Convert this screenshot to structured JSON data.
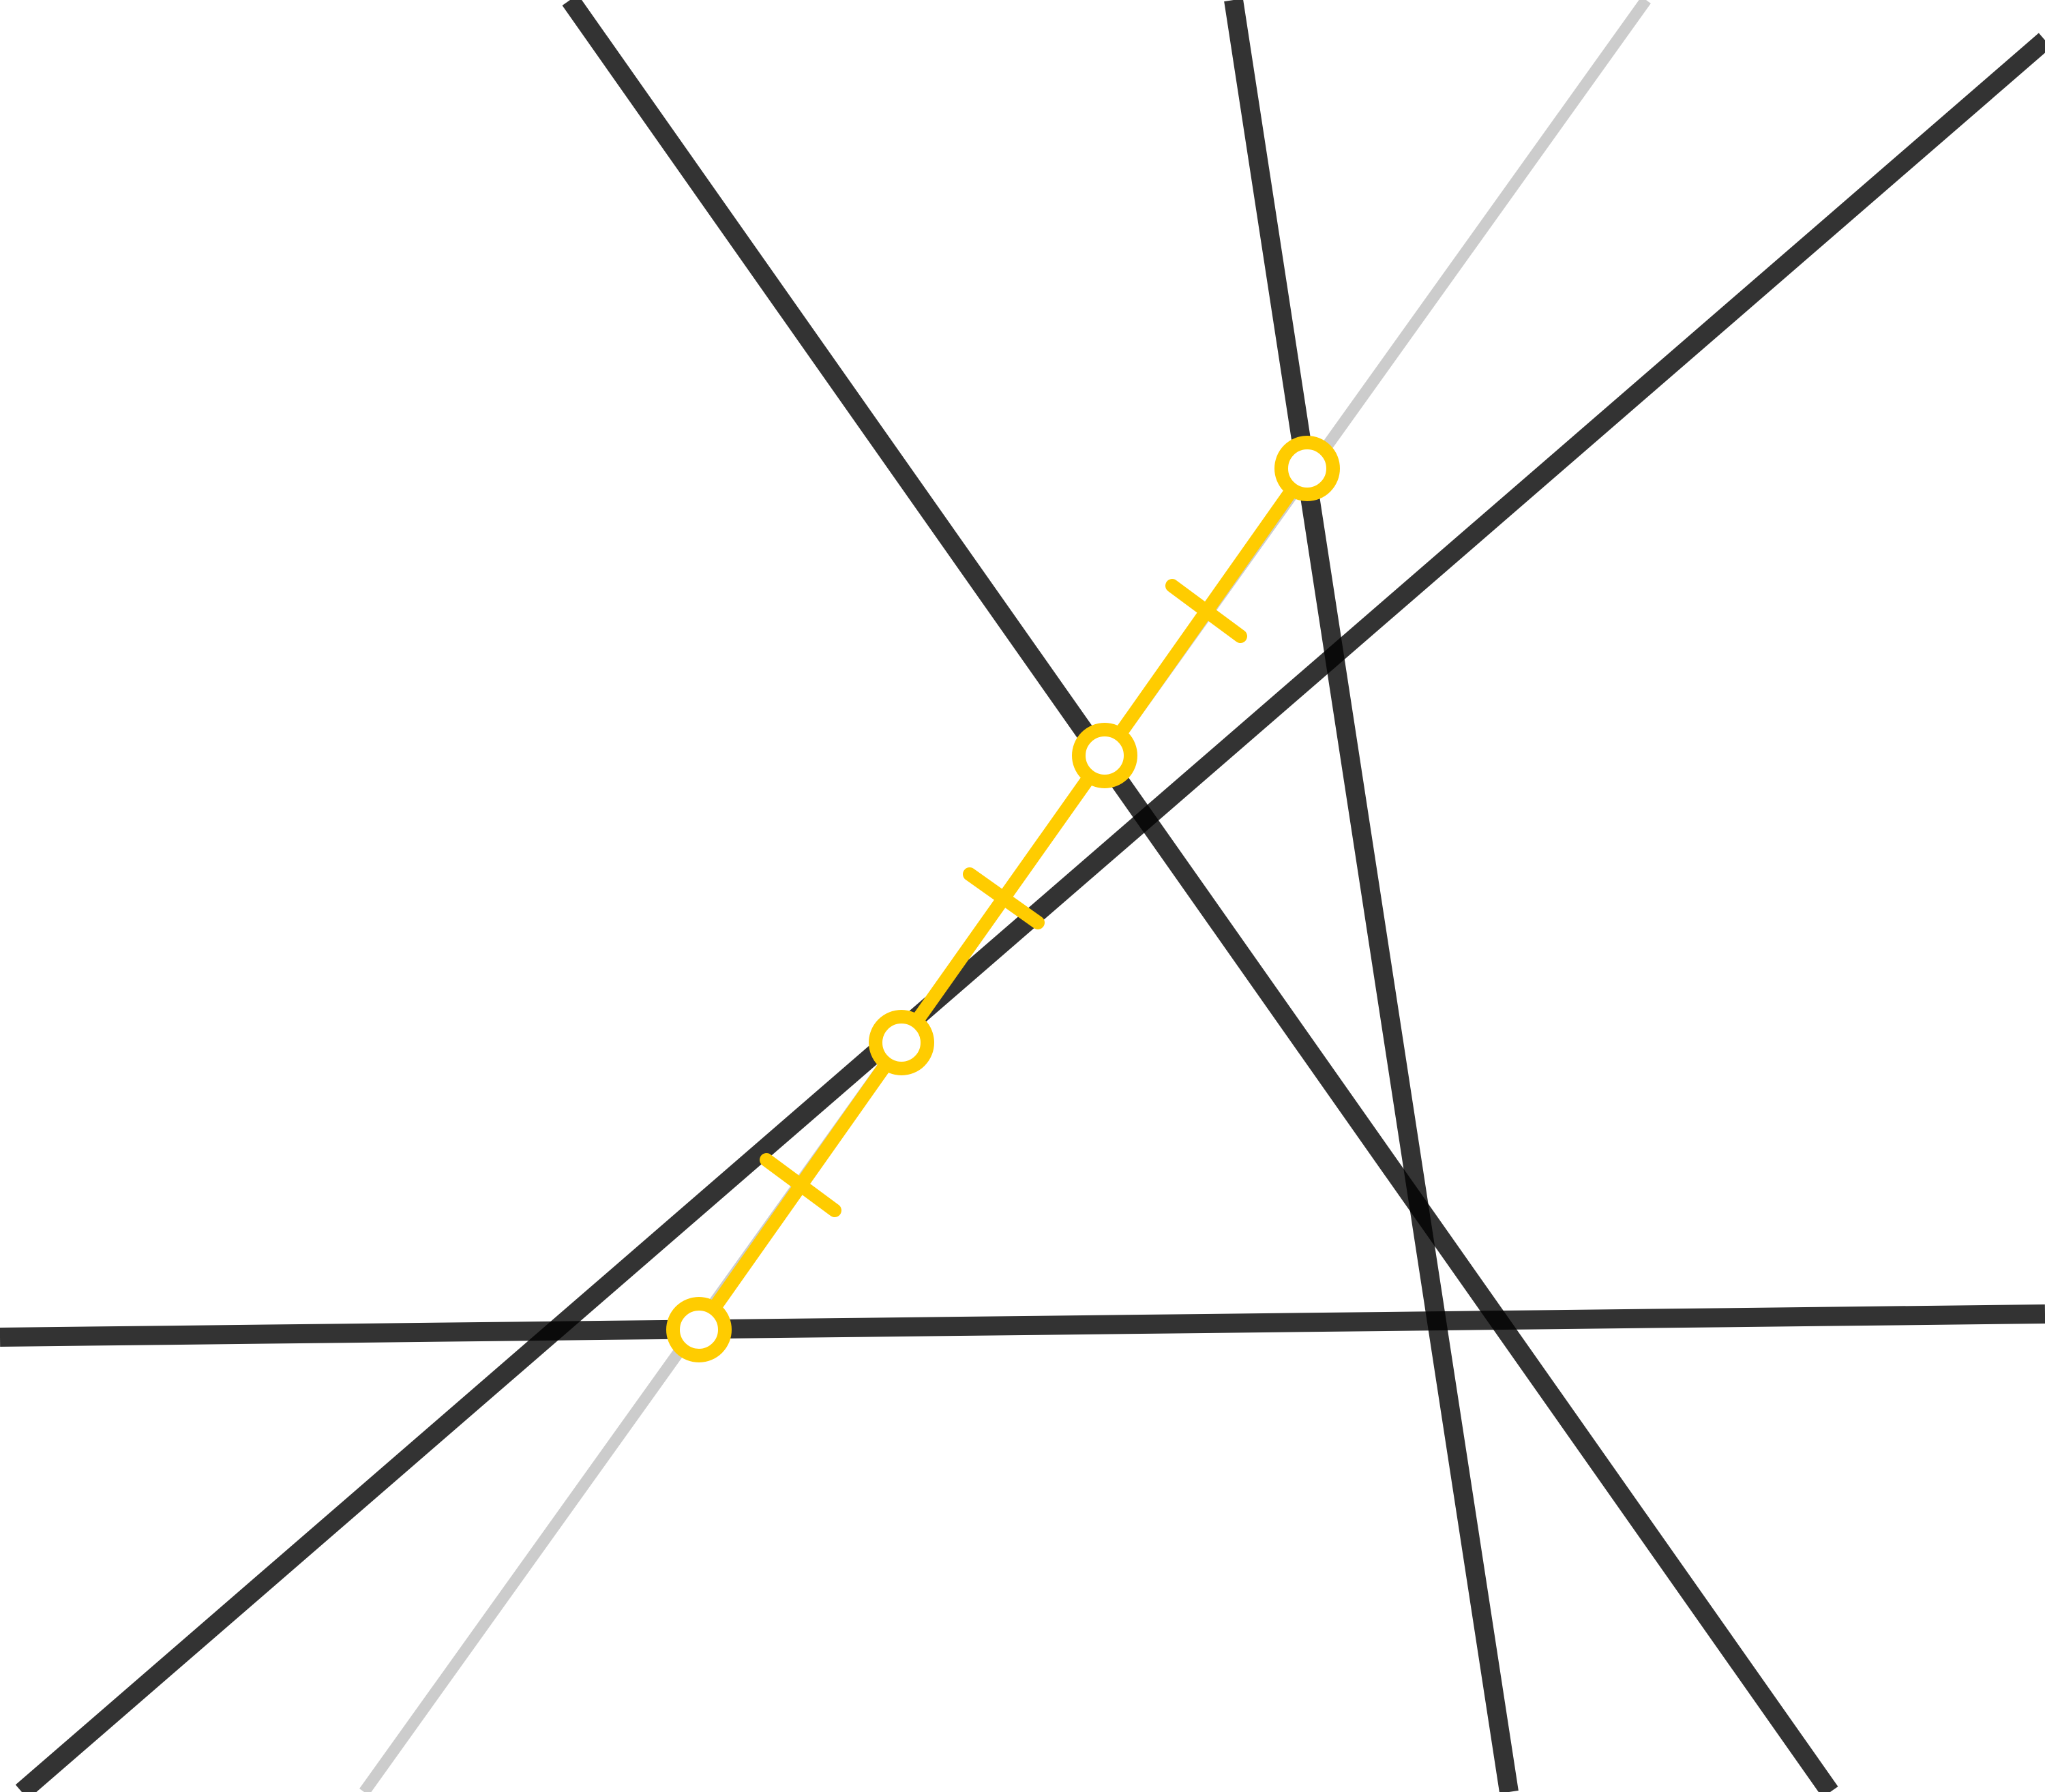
{
  "diagram": {
    "description_visible_text": "",
    "colors": {
      "background": "#ffffff",
      "black_line": "#000000",
      "gray_line": "#cccccc",
      "yellow": "#ffcc00"
    },
    "elements": {
      "black_lines": 4,
      "gray_line": 1,
      "yellow_segments": 3,
      "tick_marks": 3,
      "points": 4
    }
  }
}
